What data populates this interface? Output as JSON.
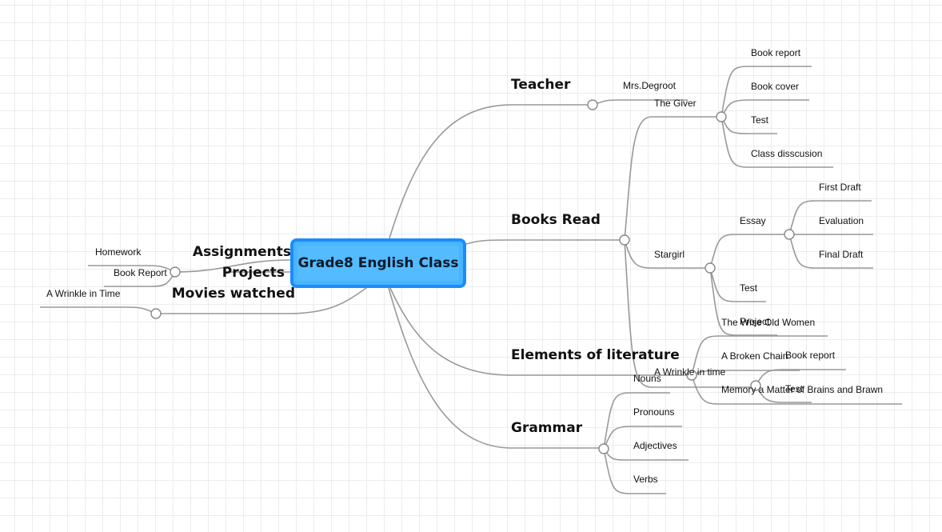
{
  "central": {
    "label": "Grade8 English Class"
  },
  "right": {
    "teacher": {
      "label": "Teacher",
      "child": "Mrs.Degroot"
    },
    "books_read": {
      "label": "Books Read",
      "the_giver": {
        "label": "The Giver",
        "children": [
          "Book report",
          "Book cover",
          "Test",
          "Class disscusion"
        ]
      },
      "stargirl": {
        "label": "Stargirl",
        "essay": {
          "label": "Essay",
          "children": [
            "First Draft",
            "Evaluation",
            "Final Draft"
          ]
        },
        "children": [
          "Test",
          "Project"
        ]
      },
      "wrinkle": {
        "label": "A Wrinkle in time",
        "children": [
          "Book report",
          "Test"
        ]
      }
    },
    "elements": {
      "label": "Elements of literature",
      "children": [
        "The Wise Old Women",
        "A Broken Chain",
        "Memory a Matter of Brains and Brawn"
      ]
    },
    "grammar": {
      "label": "Grammar",
      "children": [
        "Nouns",
        "Pronouns",
        "Adjectives",
        "Verbs"
      ]
    }
  },
  "left": {
    "assignments": {
      "label": "Assignments",
      "child": "Homework"
    },
    "projects": {
      "label": "Projects",
      "child": "Book Report"
    },
    "movies": {
      "label": "Movies watched",
      "child": "A Wrinkle in Time"
    }
  }
}
